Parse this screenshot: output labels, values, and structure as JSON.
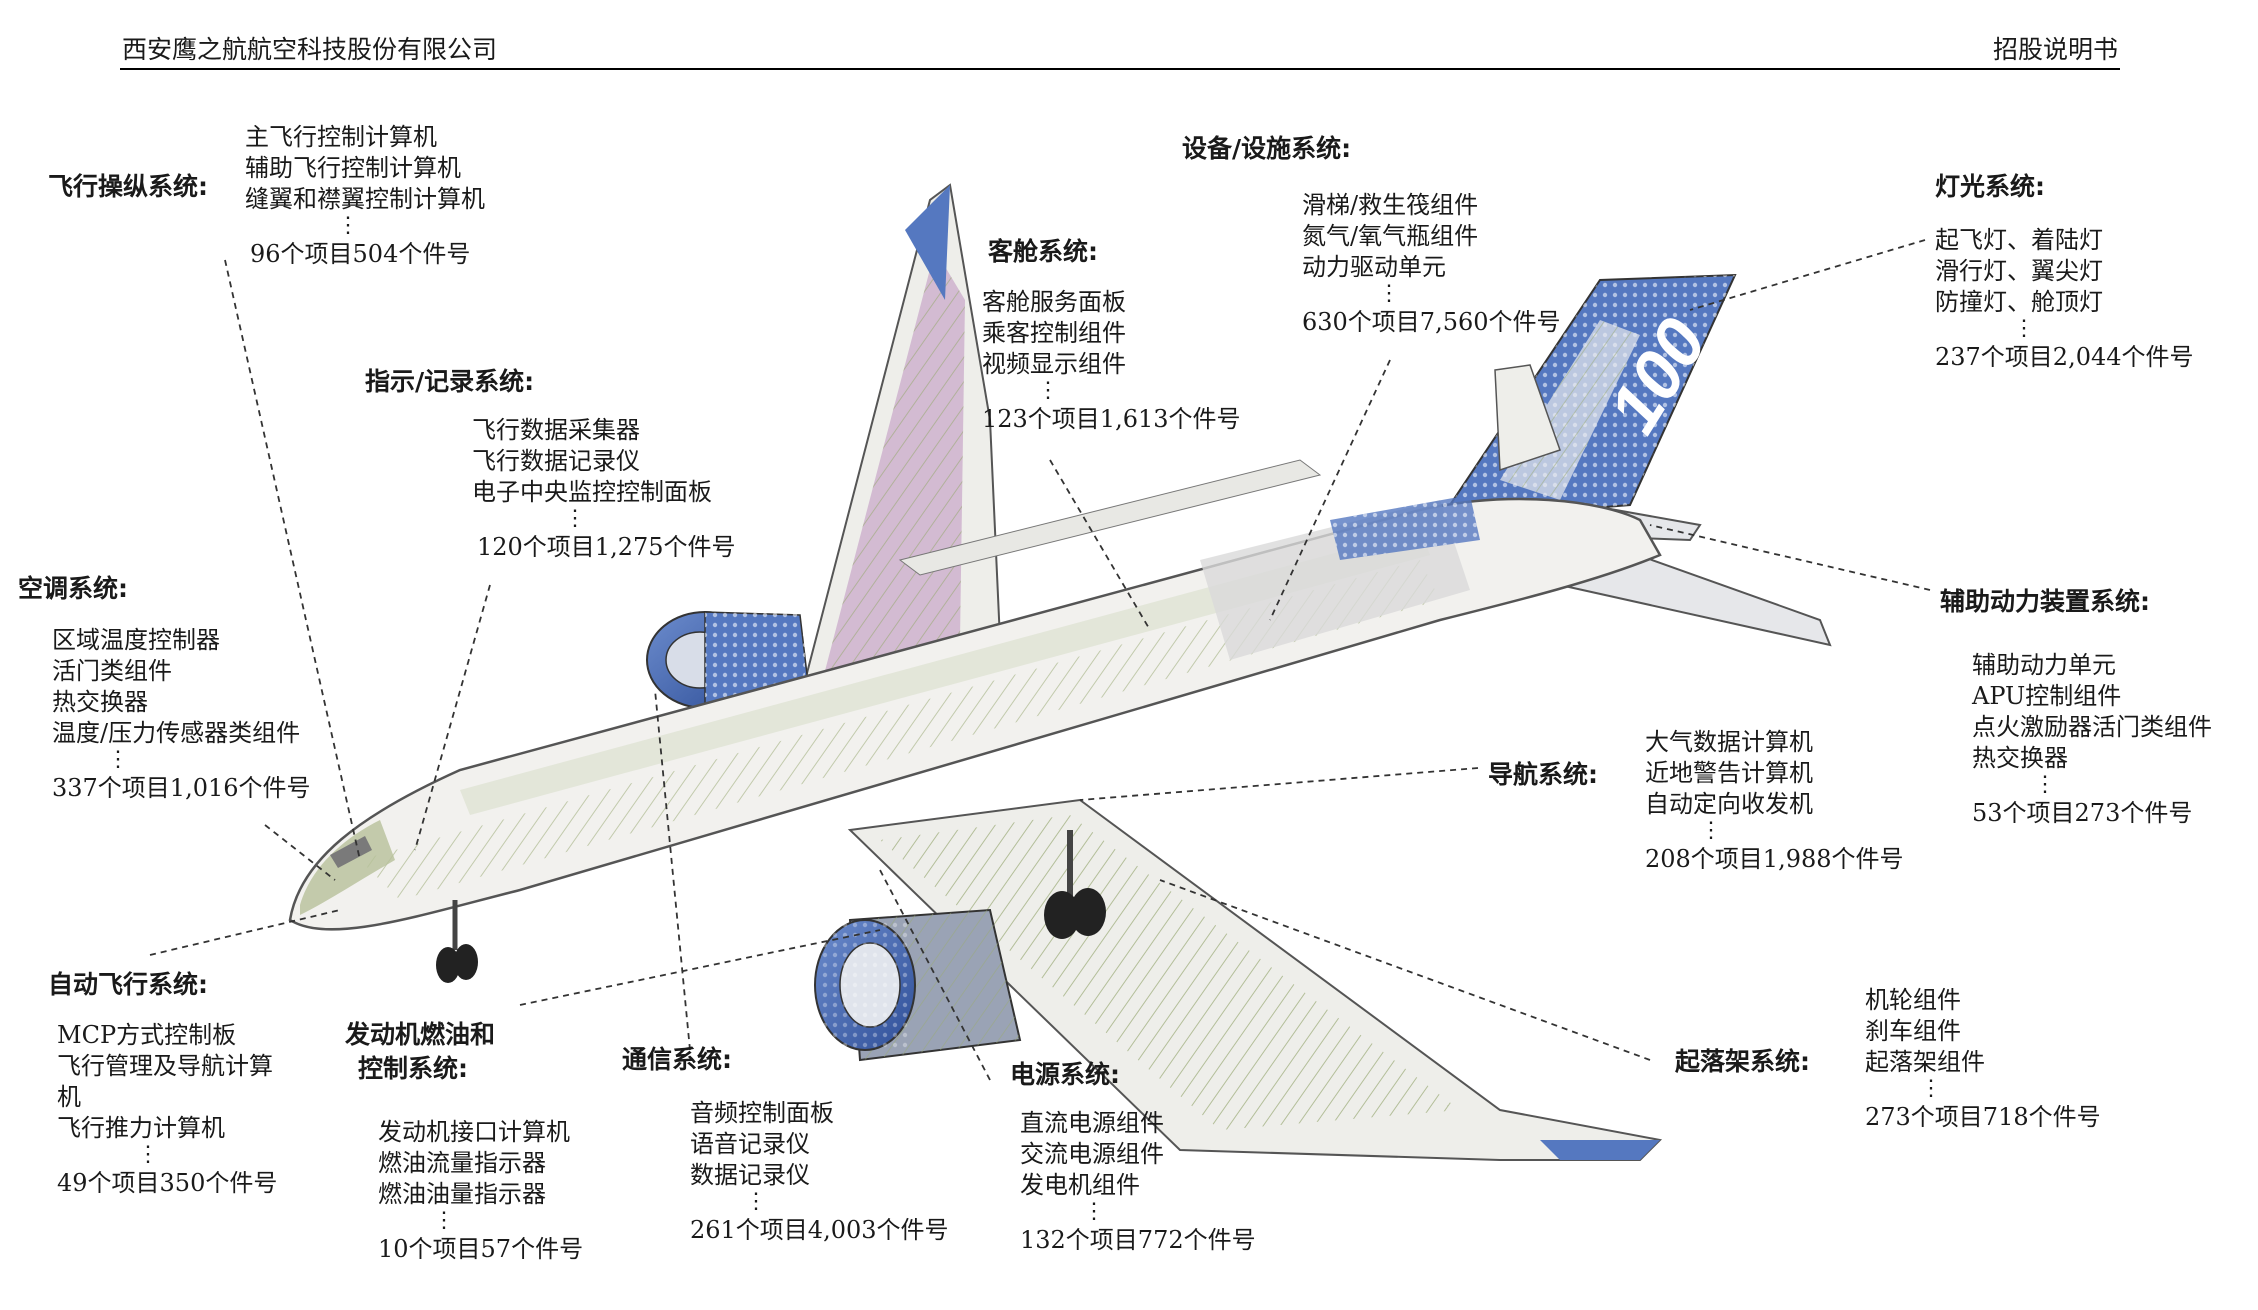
{
  "header": {
    "company": "西安鹰之航航空科技股份有限公司",
    "doc_title": "招股说明书"
  },
  "tail_marking": "100",
  "dots": "⋮",
  "systems": {
    "flight_control": {
      "title": "飞行操纵系统:",
      "items": [
        "主飞行控制计算机",
        "辅助飞行控制计算机",
        "缝翼和襟翼控制计算机"
      ],
      "count": "96个项目504个件号"
    },
    "indication": {
      "title": "指示/记录系统:",
      "items": [
        "飞行数据采集器",
        "飞行数据记录仪",
        "电子中央监控控制面板"
      ],
      "count": "120个项目1,275个件号"
    },
    "air_conditioning": {
      "title": "空调系统:",
      "items": [
        "区域温度控制器",
        "活门类组件",
        "热交换器",
        "温度/压力传感器类组件"
      ],
      "count": "337个项目1,016个件号"
    },
    "autopilot": {
      "title": "自动飞行系统:",
      "items": [
        "MCP方式控制板",
        "飞行管理及导航计算",
        "机",
        "飞行推力计算机"
      ],
      "count": "49个项目350个件号"
    },
    "engine_fuel": {
      "title_line1": "发动机燃油和",
      "title_line2": "控制系统:",
      "items": [
        "发动机接口计算机",
        "燃油流量指示器",
        "燃油油量指示器"
      ],
      "count": "10个项目57个件号"
    },
    "communication": {
      "title": "通信系统:",
      "items": [
        "音频控制面板",
        "语音记录仪",
        "数据记录仪"
      ],
      "count": "261个项目4,003个件号"
    },
    "power": {
      "title": "电源系统:",
      "items": [
        "直流电源组件",
        "交流电源组件",
        "发电机组件"
      ],
      "count": "132个项目772个件号"
    },
    "cabin": {
      "title": "客舱系统:",
      "items": [
        "客舱服务面板",
        "乘客控制组件",
        "视频显示组件"
      ],
      "count": "123个项目1,613个件号"
    },
    "equipment": {
      "title": "设备/设施系统:",
      "items": [
        "滑梯/救生筏组件",
        "氮气/氧气瓶组件",
        "动力驱动单元"
      ],
      "count": "630个项目7,560个件号"
    },
    "lighting": {
      "title": "灯光系统:",
      "items": [
        "起飞灯、着陆灯",
        "滑行灯、翼尖灯",
        "防撞灯、舱顶灯"
      ],
      "count": "237个项目2,044个件号"
    },
    "apu": {
      "title": "辅助动力装置系统:",
      "items": [
        "辅助动力单元",
        "APU控制组件",
        "点火激励器活门类组件",
        "热交换器"
      ],
      "count": "53个项目273个件号"
    },
    "navigation": {
      "title": "导航系统:",
      "items": [
        "大气数据计算机",
        "近地警告计算机",
        "自动定向收发机"
      ],
      "count": "208个项目1,988个件号"
    },
    "landing_gear": {
      "title": "起落架系统:",
      "items": [
        "机轮组件",
        "刹车组件",
        "起落架组件"
      ],
      "count": "273个项目718个件号"
    }
  },
  "colors": {
    "fuselage": "#f2f1ee",
    "structure": "#9aaa76",
    "engine_blue": "#3f63ad",
    "tail_blue": "#5578c0",
    "outline": "#555555",
    "wing_purple": "#c9a9c9",
    "leader": "#333333"
  }
}
